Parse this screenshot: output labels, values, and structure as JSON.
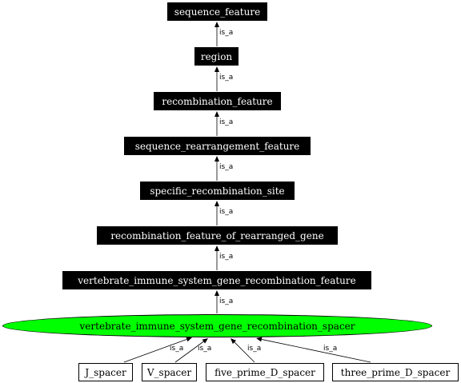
{
  "diagram": {
    "edge_label": "is_a",
    "colors": {
      "ancestor_fill": "#000000",
      "ancestor_text": "#ffffff",
      "focus_fill": "#00ff00",
      "child_fill": "#ffffff",
      "line": "#000000"
    },
    "ancestors": [
      "sequence_feature",
      "region",
      "recombination_feature",
      "sequence_rearrangement_feature",
      "specific_recombination_site",
      "recombination_feature_of_rearranged_gene",
      "vertebrate_immune_system_gene_recombination_feature"
    ],
    "focus": "vertebrate_immune_system_gene_recombination_spacer",
    "children": [
      "J_spacer",
      "V_spacer",
      "five_prime_D_spacer",
      "three_prime_D_spacer"
    ]
  }
}
